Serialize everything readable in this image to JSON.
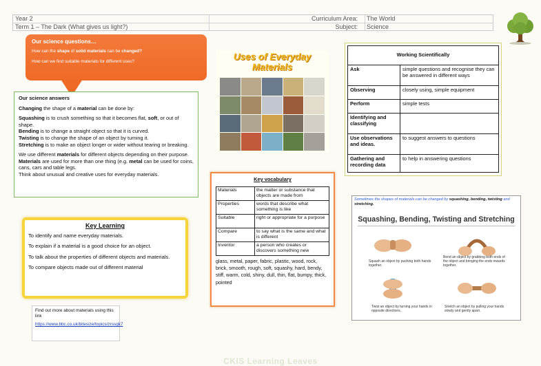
{
  "header": {
    "year": "Year 2",
    "term": "Term 1 – The Dark (What gives us light?)",
    "curriculum_label": "Curriculum Area:",
    "curriculum_value": "The World",
    "subject_label": "Subject:",
    "subject_value": "Science"
  },
  "bubble": {
    "title": "Our science questions…",
    "question1_a": "How can the ",
    "question1_b": "shape",
    "question1_c": " of ",
    "question1_d": "solid materials",
    "question1_e": " can be ",
    "question1_f": "changed?",
    "question2": "How can we find suitable materials for different uses?"
  },
  "answers": {
    "heading": "Our science answers",
    "intro_a": "Changing",
    "intro_b": " the shape of a ",
    "intro_c": "material",
    "intro_d": " can be done by:",
    "squash_term": "Squashing",
    "squash_text": " is to crush something so that it becomes flat, ",
    "squash_soft": "soft",
    "squash_text2": ", or out of shape.",
    "bend_term": "Bending",
    "bend_text": " is to change a straight object so that it is curved.",
    "twist_term": "Twisting",
    "twist_text": " is to change the shape of an object by turning it.",
    "stretch_term": "Stretching",
    "stretch_text": " is to make an object longer or wider without tearing or breaking.",
    "p2_a": "We use different ",
    "p2_b": "materials",
    "p2_c": " for different objects depending on their purpose. ",
    "p2_d": "Materials",
    "p2_e": " are used for more than one thing (e.g. ",
    "p2_f": "metal",
    "p2_g": " can be used for coins, cans, cars and table legs.",
    "p2_h": "Think about unusual and creative uses for everyday materials."
  },
  "uses_image": {
    "title_line1": "Uses of Everyday",
    "title_line2": "Materials",
    "tile_colors": [
      "#8a8a86",
      "#b9a98a",
      "#6b7a8c",
      "#c8b27a",
      "#d9d6cc",
      "#7e8b6a",
      "#a58a65",
      "#c2c7cf",
      "#9c5b3b",
      "#e2dccd",
      "#5b6b79",
      "#b0a590",
      "#cfa34c",
      "#7a6f62",
      "#d4cfc5",
      "#8f7c5e",
      "#c05a3a",
      "#7bb0c8",
      "#5f7f45",
      "#a6a09a"
    ]
  },
  "working_scientifically": {
    "heading": "Working Scientifically",
    "rows": [
      {
        "term": "Ask",
        "desc": "simple questions and recognise they can be answered in different ways"
      },
      {
        "term": "Observing",
        "desc": "closely using, simple equipment"
      },
      {
        "term": "Perform",
        "desc": "simple tests"
      },
      {
        "term": "Identifying and classifying",
        "desc": ""
      },
      {
        "term": "Use observations and ideas.",
        "desc": "to suggest answers to questions"
      },
      {
        "term": "Gathering and recording data",
        "desc": "to help in answering questions"
      }
    ]
  },
  "vocabulary": {
    "heading": "Key vocabulary",
    "rows": [
      {
        "term": "Materials",
        "desc": "the matter or substance that objects are made from"
      },
      {
        "term": "Properties",
        "desc": "words that describe what something is like"
      },
      {
        "term": "Suitable",
        "desc": "right or appropriate for a purpose"
      },
      {
        "term": "Compare",
        "desc": "to say what is the same and what is different"
      },
      {
        "term": "Inventor",
        "desc": "a person who creates or discovers something new"
      }
    ],
    "words": "glass, metal, paper, fabric, plastic, wood, rock, brick, smooth, rough, soft, squashy, hard, bendy, stiff, warm, cold, shiny, dull, thin, flat, bumpy, thick, pointed"
  },
  "key_learning": {
    "heading": "Key Learning",
    "items": [
      "To identify and name everyday materials.",
      " To explain if a material is a good choice for an object.",
      "To talk about the properties of different objects and materials.",
      " To compare objects made out of different material"
    ]
  },
  "bbc": {
    "text": "Find out more about materials using this link",
    "link": "https://www.bbc.co.uk/bitesize/topics/zrssgk7"
  },
  "poster": {
    "caption_a": "Sometimes the shapes of materials can be changed by ",
    "caption_b": "squashing, bending, twisting",
    "caption_c": " and ",
    "caption_d": "stretching.",
    "title": "Squashing, Bending, Twisting and Stretching",
    "squash": "Squash an object by pushing both hands together.",
    "bend": "Bend an object by grabbing both ends of the object and bringing the ends inwards together.",
    "twist": "Twist an object by turning your hands in opposite directions.",
    "stretch": "Stretch an object by pulling your hands slowly and gently apart."
  },
  "footer": "CKIS Learning Leaves"
}
